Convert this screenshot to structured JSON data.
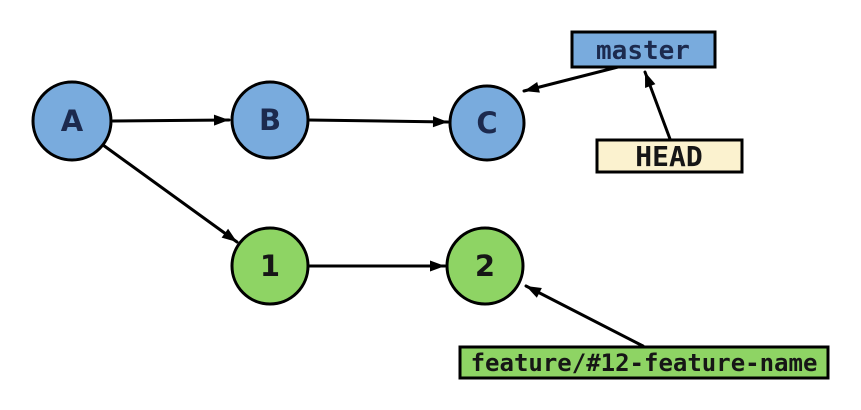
{
  "diagram": {
    "type": "git-branch-graph",
    "colors": {
      "background": "#ffffff",
      "main_commit_fill": "#79abdd",
      "feature_commit_fill": "#8ed464",
      "master_box_fill": "#79abdd",
      "head_box_fill": "#fbf2cf",
      "feature_box_fill": "#8ed464",
      "outline": "#000000",
      "navy_text": "#1c2a4e",
      "dark_text": "#161616"
    },
    "main_branch": {
      "commits": [
        {
          "label": "A"
        },
        {
          "label": "B"
        },
        {
          "label": "C"
        }
      ]
    },
    "feature_branch": {
      "commits": [
        {
          "label": "1"
        },
        {
          "label": "2"
        }
      ]
    },
    "refs": {
      "master": {
        "label": "master"
      },
      "head": {
        "label": "HEAD"
      },
      "feature": {
        "label": "feature/#12-feature-name"
      }
    },
    "edges": [
      {
        "from": "A",
        "to": "B"
      },
      {
        "from": "B",
        "to": "C"
      },
      {
        "from": "A",
        "to": "1"
      },
      {
        "from": "1",
        "to": "2"
      },
      {
        "from": "master",
        "to": "C"
      },
      {
        "from": "HEAD",
        "to": "master"
      },
      {
        "from": "feature/#12-feature-name",
        "to": "2"
      }
    ]
  }
}
